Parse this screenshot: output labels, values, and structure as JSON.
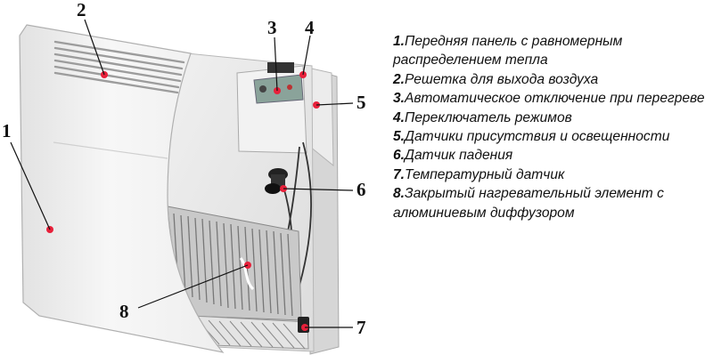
{
  "callouts": [
    "1",
    "2",
    "3",
    "4",
    "5",
    "6",
    "7",
    "8"
  ],
  "legend": [
    {
      "num": "1.",
      "text": "Передняя панель с равномерным распределением тепла"
    },
    {
      "num": "2.",
      "text": "Решетка для выхода воздуха"
    },
    {
      "num": "3.",
      "text": "Автоматическое отключение при перегреве"
    },
    {
      "num": "4.",
      "text": "Переключатель режимов"
    },
    {
      "num": "5.",
      "text": "Датчики присутствия и освещенности"
    },
    {
      "num": "6.",
      "text": "Датчик падения"
    },
    {
      "num": "7.",
      "text": "Температурный датчик"
    },
    {
      "num": "8.",
      "text": "Закрытый нагревательный элемент с алюминиевым диффузором"
    }
  ],
  "colors": {
    "marker": "#e8203a",
    "text": "#111111",
    "panel": "#f4f4f4"
  }
}
